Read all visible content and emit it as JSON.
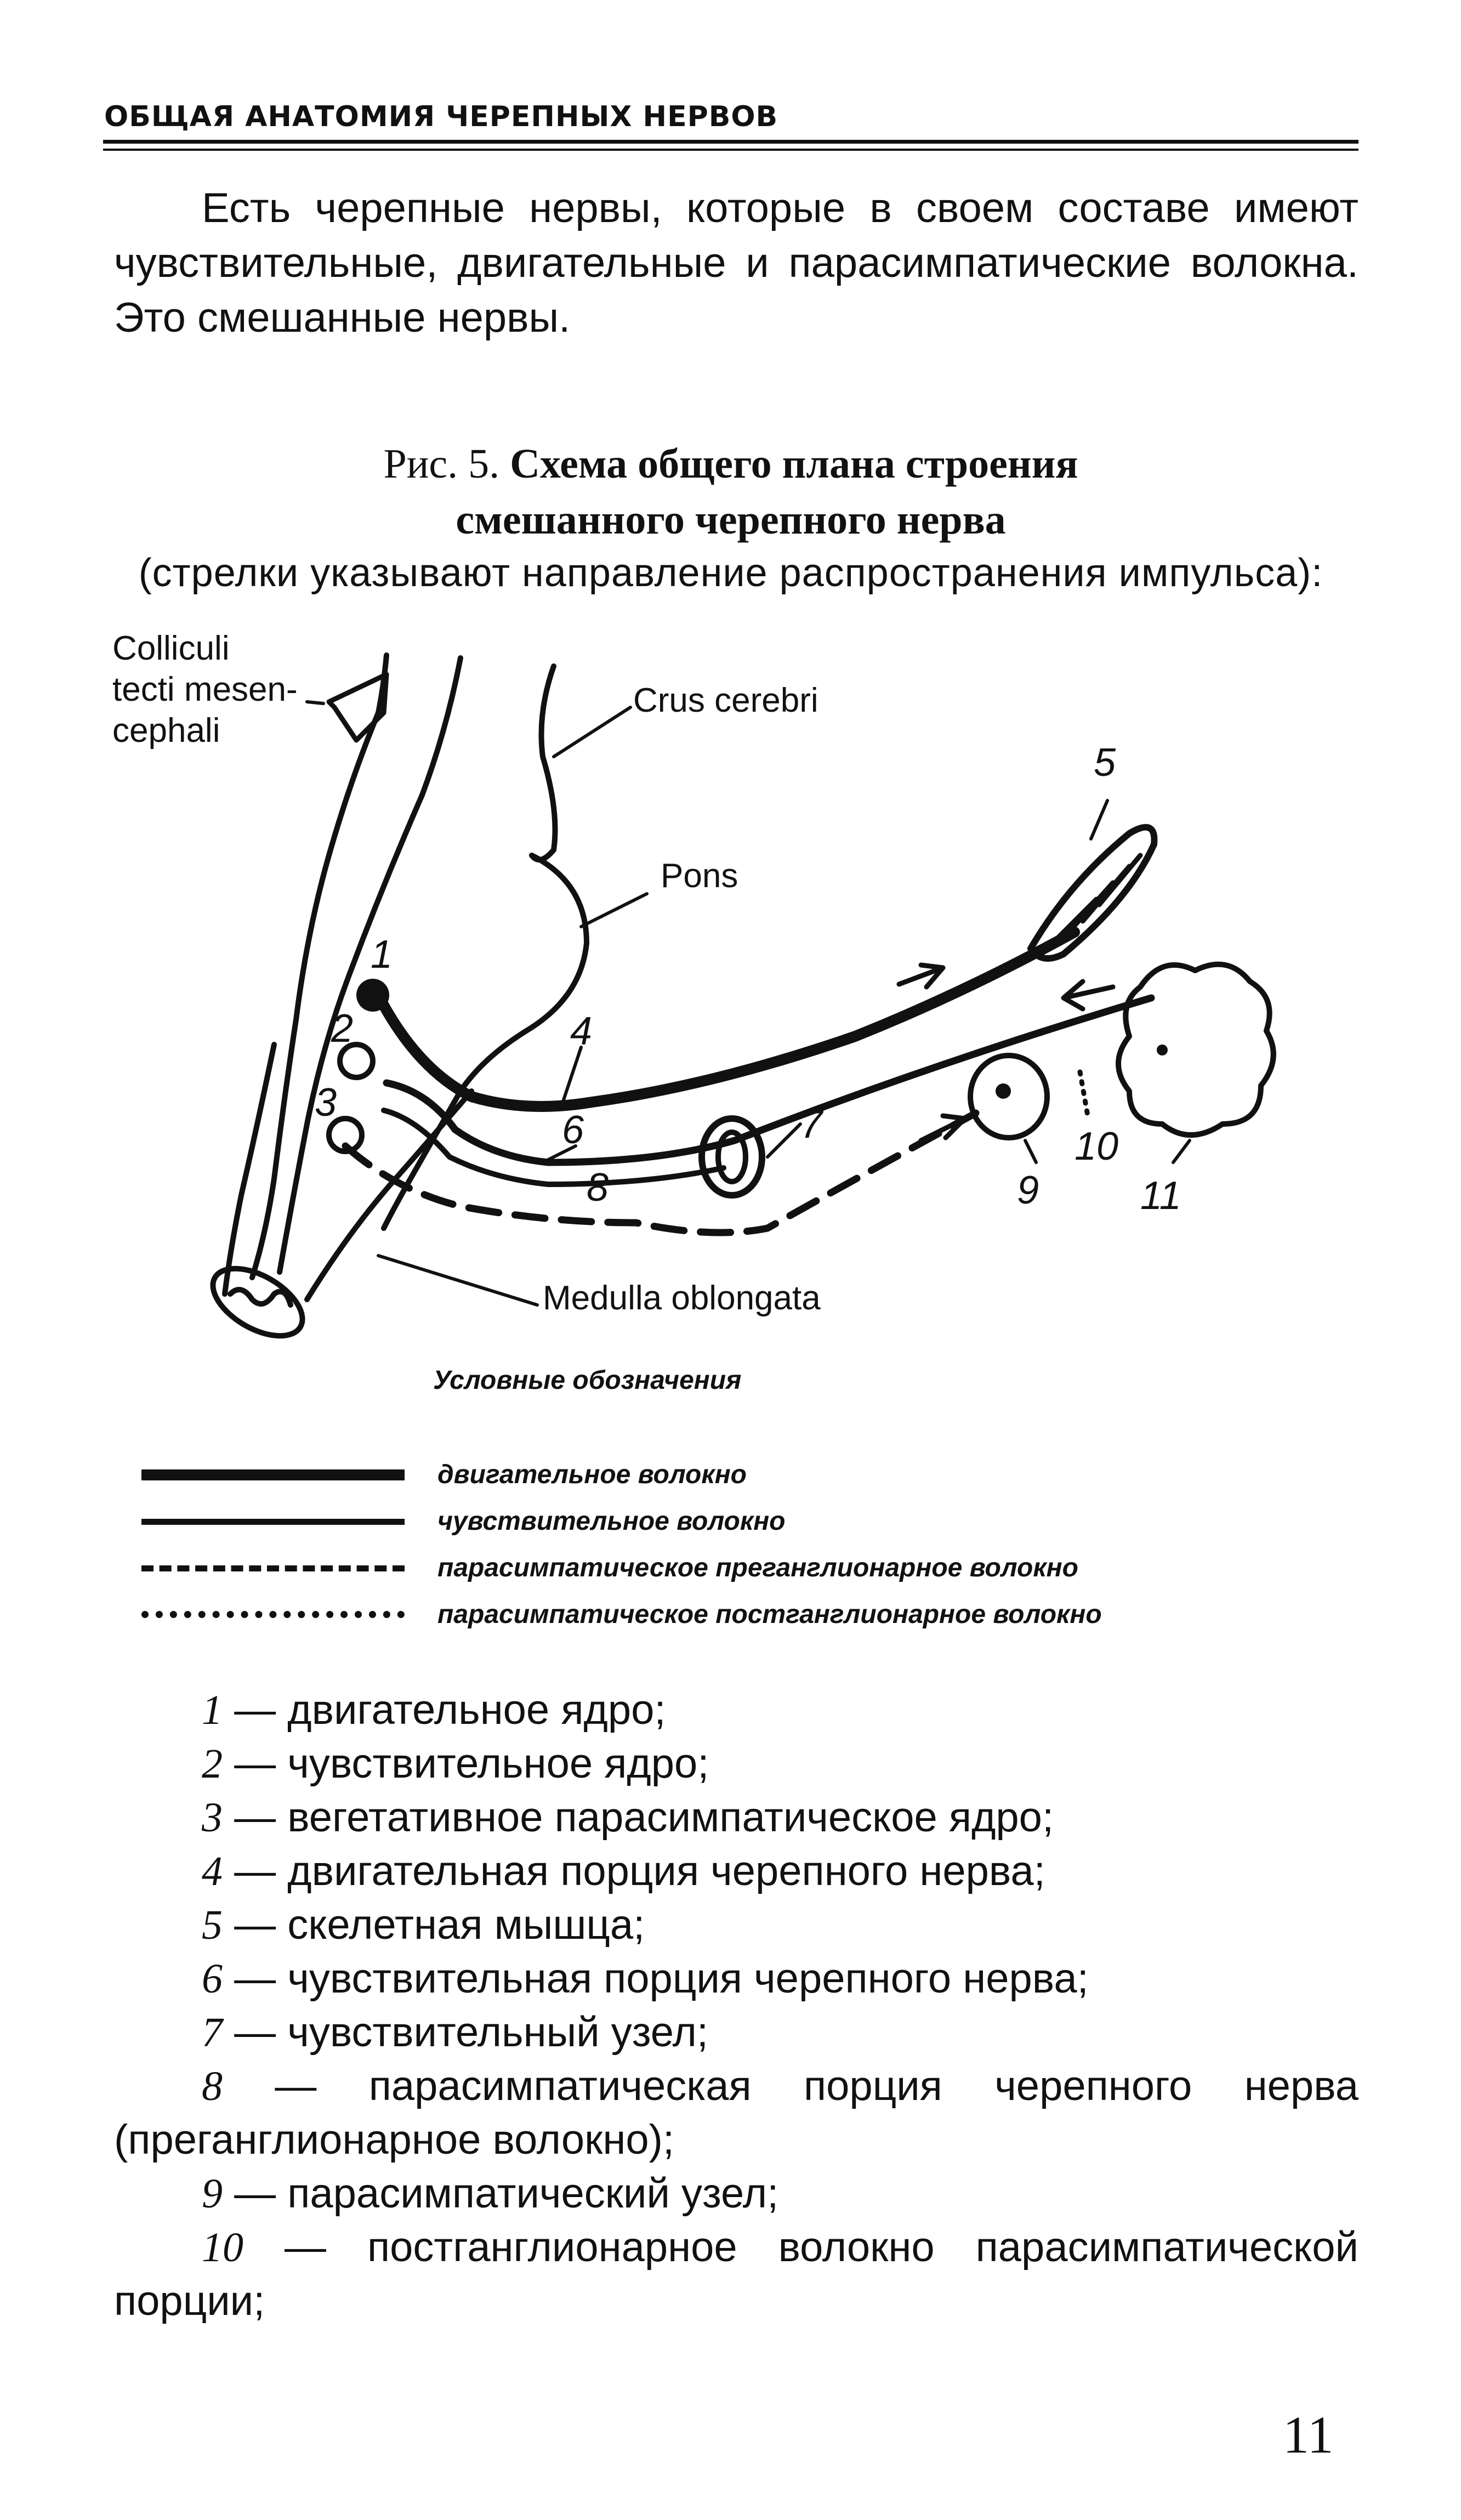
{
  "running_head": "ОБЩАЯ АНАТОМИЯ ЧЕРЕПНЫХ НЕРВОВ",
  "intro": "Есть черепные нервы, которые в своем составе имеют чувствительные, двигательные и парасимпатические волокна. Это смешанные нервы.",
  "figure": {
    "caption_prefix": "Рис. 5.",
    "caption_bold_line1": "Схема общего плана строения",
    "caption_bold_line2": "смешанного черепного нерва",
    "caption_note": "(стрелки указывают направление распространения импульса):",
    "labels": {
      "colliculi_line1": "Colliculi",
      "colliculi_line2": "tecti mesen-",
      "colliculi_line3": "cephali",
      "crus": "Crus cerebri",
      "pons": "Pons",
      "medulla": "Medulla oblongata"
    },
    "numbers": [
      "1",
      "2",
      "3",
      "4",
      "5",
      "6",
      "7",
      "8",
      "9",
      "10",
      "11"
    ]
  },
  "legend": {
    "title": "Условные обозначения",
    "items": [
      {
        "style": "thick-solid",
        "label": "двигательное волокно"
      },
      {
        "style": "solid",
        "label": "чувствительное волокно"
      },
      {
        "style": "dashed",
        "label": "парасимпатическое преганглионарное волокно"
      },
      {
        "style": "dotted",
        "label": "парасимпатическое постганглионарное волокно"
      }
    ]
  },
  "items": [
    {
      "num": "1",
      "text": " — двигательное ядро;"
    },
    {
      "num": "2",
      "text": " — чувствительное ядро;"
    },
    {
      "num": "3",
      "text": " — вегетативное парасимпатическое ядро;"
    },
    {
      "num": "4",
      "text": " — двигательная порция черепного нерва;"
    },
    {
      "num": "5",
      "text": " — скелетная мышца;"
    },
    {
      "num": "6",
      "text": " — чувствительная порция черепного нерва;"
    },
    {
      "num": "7",
      "text": " — чувствительный узел;"
    },
    {
      "num": "8",
      "text": " — парасимпатическая порция черепного нерва (преганглионарное волокно);"
    },
    {
      "num": "9",
      "text": " — парасимпатический узел;"
    },
    {
      "num": "10",
      "text": " — постганглионарное волокно парасимпатической порции;"
    }
  ],
  "page_number": "11"
}
